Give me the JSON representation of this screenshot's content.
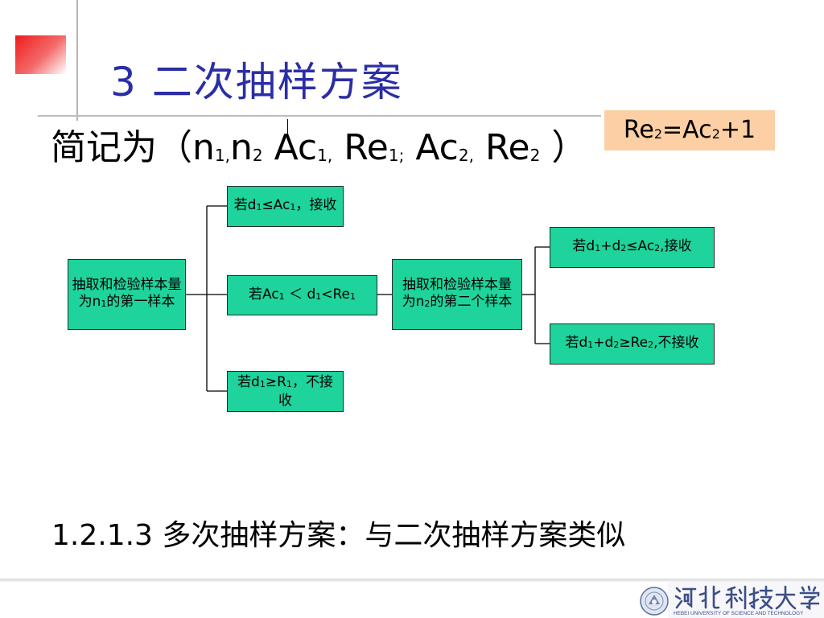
{
  "title": "3 二次抽样方案",
  "summary": {
    "prefix": "简记为（",
    "p1": "n",
    "s1": "1,",
    "p2": "n",
    "s2": "2",
    "p3": " Ac",
    "s3": "1,",
    "p4": " Re",
    "s4": "1;",
    "p5": " Ac",
    "s5": "2,",
    "p6": " Re",
    "s6": "2",
    "suffix": " ）"
  },
  "note": {
    "a": "Re",
    "a_sub": "2",
    "b": "=Ac",
    "b_sub": "2",
    "c": "+1"
  },
  "diagram": {
    "first_sample": {
      "a": "抽取和检验样本量为",
      "n": "n",
      "n_sub": "1",
      "b": "的第一样本"
    },
    "accept1": {
      "a": "若d",
      "a_sub": "1",
      "b": "≤Ac",
      "b_sub": "1",
      "c": "，接收"
    },
    "middle1": {
      "a": "若Ac",
      "a_sub": "1",
      "b": " ＜ d",
      "b_sub": "1",
      "c": "<Re",
      "c_sub": "1"
    },
    "reject1": {
      "a": "若d",
      "a_sub": "1",
      "b": "≥R",
      "b_sub": "1",
      "c": "，不接收"
    },
    "second_sample": {
      "a": "抽取和检验样本量为",
      "n": "n",
      "n_sub": "2",
      "b": "的第二个样本"
    },
    "accept2": {
      "a": "若d",
      "a_sub": "1",
      "b": "+d",
      "b_sub": "2",
      "c": "≤Ac",
      "c_sub": "2",
      "d": ",接收"
    },
    "reject2": {
      "a": "若d",
      "a_sub": "1",
      "b": "+d",
      "b_sub": "2",
      "c": "≥Re",
      "c_sub": "2",
      "d": ",不接收"
    },
    "line_color": "#000000",
    "node_color": "#1ed39c"
  },
  "bottom_text": "1.2.1.3 多次抽样方案：与二次抽样方案类似",
  "footer": {
    "logo_icon": "university-seal-icon"
  }
}
